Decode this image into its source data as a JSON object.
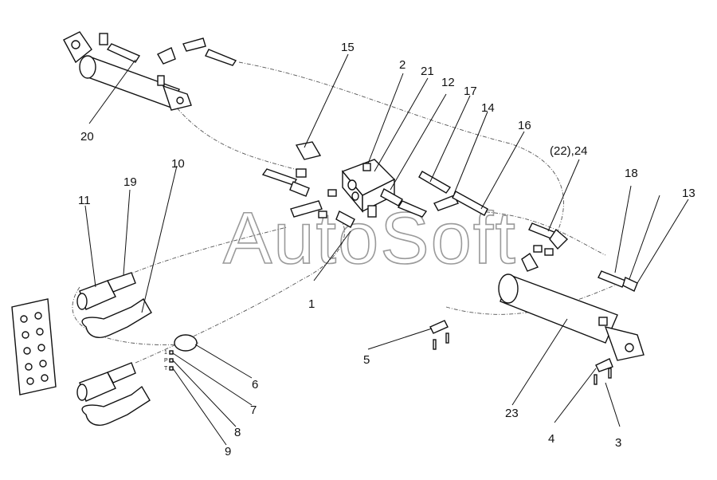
{
  "watermark": "AutoSoft",
  "port_labels": [
    "1",
    "P",
    "T"
  ],
  "callouts": [
    "1",
    "2",
    "3",
    "4",
    "5",
    "6",
    "7",
    "8",
    "9",
    "10",
    "11",
    "12",
    "13",
    "14",
    "15",
    "16",
    "17",
    "18",
    "19",
    "20",
    "21",
    "(22),24",
    "23"
  ]
}
